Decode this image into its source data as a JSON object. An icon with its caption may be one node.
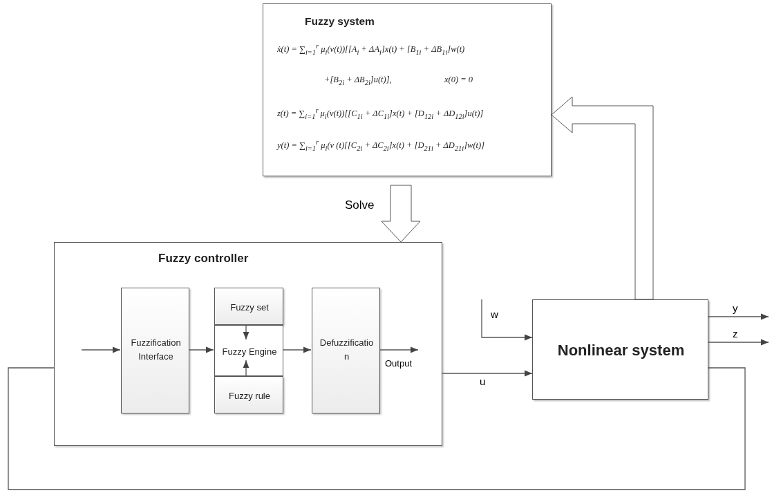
{
  "diagram": {
    "nodes": [
      {
        "text": [
          "Fuzzy system",
          "ẋ(t) = ∑$_{i=1}$$^{r}$ μ$_{i}$(ν(t))[[A$_{i}$ + ΔA$_{i}$]x(t) + [B$_{1i}$ + ΔB$_{1i}$]w(t)",
          "+[B$_{2i}$ + ΔB$_{2i}$]u(t)],",
          "x(0) = 0",
          "z(t) = ∑$_{i=1}$$^{r}$ μ$_{i}$(ν(t))[[C$_{1i}$ + ΔC$_{1i}$]x(t) + [D$_{12i}$ + ΔD$_{12i}$]u(t)]",
          "y(t) = ∑$_{i=1}$$^{r}$ μ$_{i}$(ν (t)[[C$_{2i}$ + ΔC$_{2i}$]x(t) + [D$_{21i}$ + ΔD$_{21i}$]w(t)]"
        ]
      },
      {
        "text": [
          "Fuzzy controller"
        ]
      },
      {
        "text": [
          "Fuzzification Interface"
        ],
        "in": 1
      },
      {
        "text": [
          "Fuzzy set"
        ],
        "in": 1
      },
      {
        "text": [
          "Fuzzy Engine"
        ],
        "in": 1
      },
      {
        "text": [
          "Fuzzy rule"
        ],
        "in": 1
      },
      {
        "text": [
          "Defuzzificatio n"
        ],
        "in": 1
      },
      {
        "text": [
          "Nonlinear system"
        ]
      }
    ],
    "edges": [
      {
        "from": 0,
        "to": 1,
        "arrow": "to",
        "label": "Solve",
        "style": "thick"
      },
      {
        "from": 7,
        "to": 0,
        "arrow": "to",
        "style": "thick"
      },
      {
        "from": null,
        "to": 2,
        "arrow": "to"
      },
      {
        "from": 2,
        "to": 4,
        "arrow": "to"
      },
      {
        "from": 3,
        "to": 4,
        "arrow": "to"
      },
      {
        "from": 5,
        "to": 4,
        "arrow": "to"
      },
      {
        "from": 4,
        "to": 6,
        "arrow": "to"
      },
      {
        "from": 6,
        "to": null,
        "arrow": "to",
        "label": "Output"
      },
      {
        "from": 1,
        "to": 7,
        "arrow": "to",
        "label": "u"
      },
      {
        "from": null,
        "to": 7,
        "arrow": "to",
        "label": "w"
      },
      {
        "from": 7,
        "to": null,
        "arrow": "to",
        "label": "y"
      },
      {
        "from": 7,
        "to": null,
        "arrow": "to",
        "label": "z"
      },
      {
        "from": 7,
        "to": 1,
        "arrow": "none"
      }
    ]
  }
}
